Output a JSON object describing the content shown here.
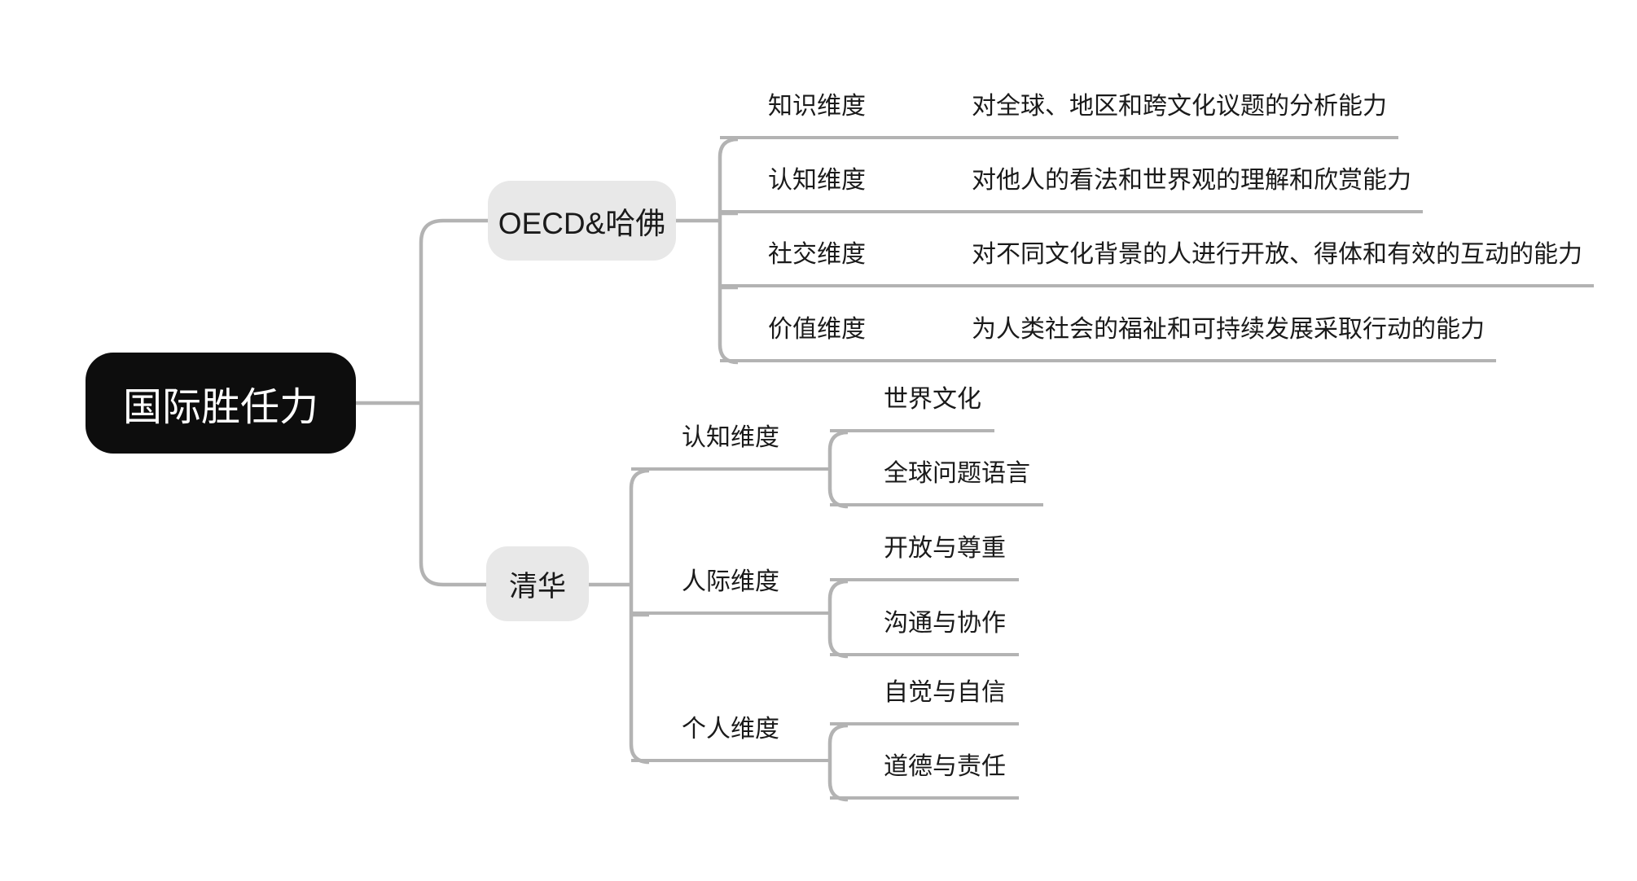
{
  "colors": {
    "root_bg": "#0d0d0d",
    "root_text": "#ffffff",
    "branch_bg": "#e8e8e8",
    "text": "#1a1a1a",
    "line": "#b3b3b3",
    "background": "#ffffff"
  },
  "root": {
    "label": "国际胜任力"
  },
  "branches": [
    {
      "label": "OECD&哈佛",
      "children": [
        {
          "label": "知识维度",
          "description": "对全球、地区和跨文化议题的分析能力"
        },
        {
          "label": "认知维度",
          "description": "对他人的看法和世界观的理解和欣赏能力"
        },
        {
          "label": "社交维度",
          "description": "对不同文化背景的人进行开放、得体和有效的互动的能力"
        },
        {
          "label": "价值维度",
          "description": "为人类社会的福祉和可持续发展采取行动的能力"
        }
      ]
    },
    {
      "label": "清华",
      "children": [
        {
          "label": "认知维度",
          "children": [
            {
              "label": "世界文化"
            },
            {
              "label": "全球问题语言"
            }
          ]
        },
        {
          "label": "人际维度",
          "children": [
            {
              "label": "开放与尊重"
            },
            {
              "label": "沟通与协作"
            }
          ]
        },
        {
          "label": "个人维度",
          "children": [
            {
              "label": "自觉与自信"
            },
            {
              "label": "道德与责任"
            }
          ]
        }
      ]
    }
  ]
}
